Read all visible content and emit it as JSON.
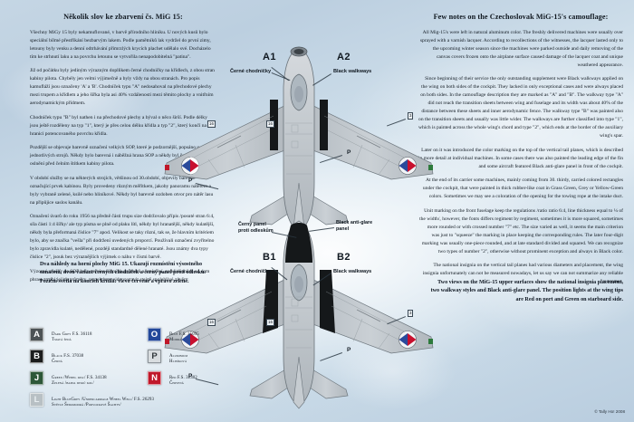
{
  "meta": {
    "copyright": "© Tally Ho! 2008"
  },
  "left_column": {
    "heading": "Několik slov ke zbarvení čs. MiG 15:",
    "paragraphs": [
      "Všechny MiGy 15 byly nekamuflované, v barvě přírodního hliníku. U nových kusů bylo speciální bílmé přestříkání bezbarvým lakem. Podle pamětníků lak vydržel do první zimy, letouny byly venku a denní odtrhávání přimrzlých krycích plachet udělalo své. Docházelo tím ke strhnutí laku a na povrchu letounu se vytvořila nenapodobitelná \"patina\".",
      "Již od počátku byly jediným výrazným doplňkem černé chodničky na křídlech, z obou stran kabiny pilota. Chybély jen velmi výjimečně a byly vždy na obou stranách. Pro popis kamufláží jsou označeny 'A' a 'B'. Chodníček typu \"A\" nedosahoval na přechodové plechy mezi trupem a křídlem a jeho šířka byla asi 40% vzdálenosti mezi těmito plochy a vnitřním aerodynamickým přídmem.",
      "Chodníček typu \"B\" byl nathen i na přechodové plechy a býval o něco širší. Podle délky jsou ještě rozděleny na typ \"1\", který je přes celou délku křídla a typ \"2\", který končí na hranici potencovaného povrchu křídla.",
      "Pozdější se objevuje barevně označení velkých SOP, které je podzornější, popsáno u jednotlivých strojů. Někdy bylo barevná i náběžná hrana SOP a někdy byl černý pás proti oslnění před čelním štítkem kabiny pilota.",
      "V období služby se na některých strojích, většinou od 30.období, objevily barevné označující prvek kabinou. Byly provedeny různým měřítkem, jakoby panoramu nátěrem a byly vybraně zelené, ksilé nebo hliníkové. Někdy byl barevně ozdoben otvor pro nátěr lasu na připůjice saslos kanálu.",
      "Označení úvarů do roku 1956 na předně části trupu size dodržovalo přípis /posuté stran 6:4, síla části 1:4 šířky/ ale typ písma se plně od plaku lítl, někdy byl hranatější, někdy kulatější, někdy byla přeformaná číslice \"7\" apod. Velikost se taky různí, tak se, že hlavním kritériem bylo, aby se značka \"vešla\" při dodržení uvedených proporcí. Používali označení zvyřitelno bylo zpravidla kulaté, nedělené, pozdéji standardně dělené hranaté. Jsou známy dva typy čísliсе \"2\", jsouk bez výraznějších výjimek o náhu v čísmi barvě.",
      "Výzorné značky na SOP byly nejvíce různých průmérů a umístění, na klidě můze od dam phrast zmáhi jejich průměry, respektive nejde vystavit stejně spolehlivé závěry."
    ]
  },
  "right_column": {
    "heading": "Few notes on the Czechoslovak MiG-15's camouflage:",
    "paragraphs": [
      "All Mig-15's were left in natural aluminum color. The freshly delivered machines were usually over sprayed with a varnish lacquer. According to recollections of the witnesses, the lacquer lasted only to the upcoming winter season since the machines were parked outside and daily removing of the canvas covers frozen onto the airplane surface caused damage of the lacquer coat and unique weathered appearance.",
      "Since beginning of their service the only outstanding supplement were Black walkways applied on the wing on both sides of the cockpit. They lacked in only exceptional cases and were always placed on both sides. In the camouflage description they are marked as \"A\" and \"B\". The walkway type \"A\" did not reach the transition sheets between wing and fuselage and its width was about 40% of the distance between these sheets and inner aerodynamic fence. The walkway type \"B\" was painted also on the transition sheets and usually was little wider. The walkways are further classified into type \"1\", which is painted across the whole wing's chord and type \"2\", which ends at the border of the auxiliary wing's spar.",
      "Later on it was introduced the color marking on the top of the vertical tail planes, which is described in more detail at individual machines. In some cases there was also painted the leading edge of the fin and some aircraft featured Black anti-glare panel in front of the cockpit.",
      "At the end of its carrier some machines, mainly coming from 30. thirdy, carried colored rectangles under the cockpit, that were painted in thick rubber-like coat in Grass Green, Grey or Yellow-Green colors. Sometimes we may see a coloration of the opening for the towing rope at the intake duct.",
      "Unit marking on the front fuselage keep the regulations /ratio ratio 6:4, line thickness equal to ¼ of the width/, however, the fonts differs regiment by regiment, sometimes it is more squared, sometimes more rounded or with crossed number \"7\" etc. The size varied as well, it seems the main criterion was just to \"squeeze\" the marking in place keeping the corresponding rules. The later four-digit marking was usually one-piece rounded, and at late standard divided and squared. We can recognize two types of number \"2\", otherwise without prominent exception and always in Black color.",
      "The national insignia on the vertical tail planes had various diameters and placement, the wing insignia unfortunately can not be measured nowadays, let us say we can not summarize any reliable outcomes."
    ]
  },
  "notes": {
    "left_note": "Dva náhledy na horní plochy MiG 15. Ukazují rozmístění výsostného označení, dvou variant černých chodniček a černý panel proti odlesku. Poziční světla na koncích křídla: vlevo červené a vpravo zelené.",
    "right_note": "Two views on the MiG-15 upper surfaces show the national insignia placement, two walkway styles and Black anti-glare panel. The position lights at the wing tips are Red on port and Green on starboard side."
  },
  "plan_labels": {
    "a1": {
      "code": "A1",
      "caption": "Černé chodničky"
    },
    "a2": {
      "code": "A2",
      "caption": "Black walkways"
    },
    "b1": {
      "code": "B1",
      "caption": "Černé chodničky"
    },
    "b2": {
      "code": "B2",
      "caption": "Black walkways"
    },
    "antiglare_cz": "Černý panel\nproti odleskům",
    "antiglare_en": "Black anti-glare\npanel",
    "paint_marks": [
      "P",
      "P",
      "P",
      "P"
    ],
    "box_numbers": [
      "16",
      "16",
      "3",
      "16",
      "16",
      "3"
    ]
  },
  "legend": {
    "items": [
      {
        "key": "A",
        "swatch": "#4d5355",
        "text_en": "Dark Grey F.S. 36118",
        "text_cz": "Tmavá šedá"
      },
      {
        "key": "B",
        "swatch": "#1b1d1d",
        "text_en": "Black F.S. 37038",
        "text_cz": "Černá"
      },
      {
        "key": "J",
        "swatch": "#2d5738",
        "text_en": "Green /Wheel disc/ F.S. 34138",
        "text_cz": "Zelená /barva disků kol/"
      },
      {
        "key": "L",
        "swatch": "#b8c0c4",
        "text_en": "Light BlueGrey /Undercarriage Wheel Well/ F.S. 26293",
        "text_cz": "Světle Šedomodrá /Podvozkové Šachty/"
      },
      {
        "key": "O",
        "swatch": "#23489a",
        "text_en": "Blue F.S. 35095",
        "text_cz": "Modrá"
      },
      {
        "key": "P",
        "swatch": "#d9dde0",
        "text_en": "Aluminium",
        "text_cz": "Hliníková"
      },
      {
        "key": "N",
        "swatch": "#c0182a",
        "text_en": "Red F.S. 31302",
        "text_cz": "Červená"
      }
    ]
  }
}
